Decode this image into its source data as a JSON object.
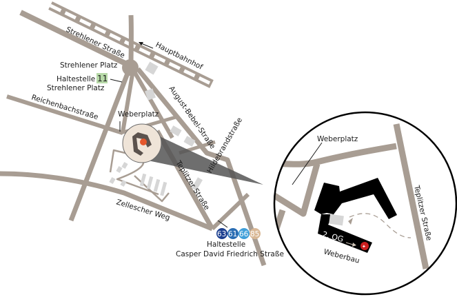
{
  "map": {
    "title": "Anfahrt Weberbau",
    "colors": {
      "road": "#a89d93",
      "building": "#d6d6d6",
      "tram_11": "#b7d9a8",
      "bus_63": "#1c3f8f",
      "bus_61": "#2a6db3",
      "bus_66": "#3f9fd9",
      "bus_85": "#d9b896",
      "highlight": "#e4562b",
      "zoom_fill": "#efe4d8"
    },
    "streets": {
      "strehlener_strasse": "Strehlener Straße",
      "hauptbahnhof": "Hauptbahnhof",
      "strehlener_platz": "Strehlener Platz",
      "reichenbachstrasse": "Reichenbachstraße",
      "august_bebel_strasse": "August-Bebel-Straße",
      "hildebrandstrasse": "Hildebrandstraße",
      "weberplatz": "Weberplatz",
      "teplitzer_strasse": "Teplitzer Straße",
      "zellescher_weg": "Zellescher Weg"
    },
    "stops": {
      "strehlener": {
        "label": "Haltestelle",
        "name": "Strehlener Platz",
        "lines": [
          "11"
        ]
      },
      "cdf": {
        "label": "Haltestelle",
        "name": "Casper David Friedrich Straße",
        "lines": [
          "63",
          "61",
          "66",
          "85"
        ]
      }
    },
    "detail": {
      "weberplatz": "Weberplatz",
      "teplitzer_strasse": "Teplitzer Straße",
      "floor": "2. OG",
      "building": "Weberbau",
      "destination_icon": "target-building-icon"
    }
  }
}
